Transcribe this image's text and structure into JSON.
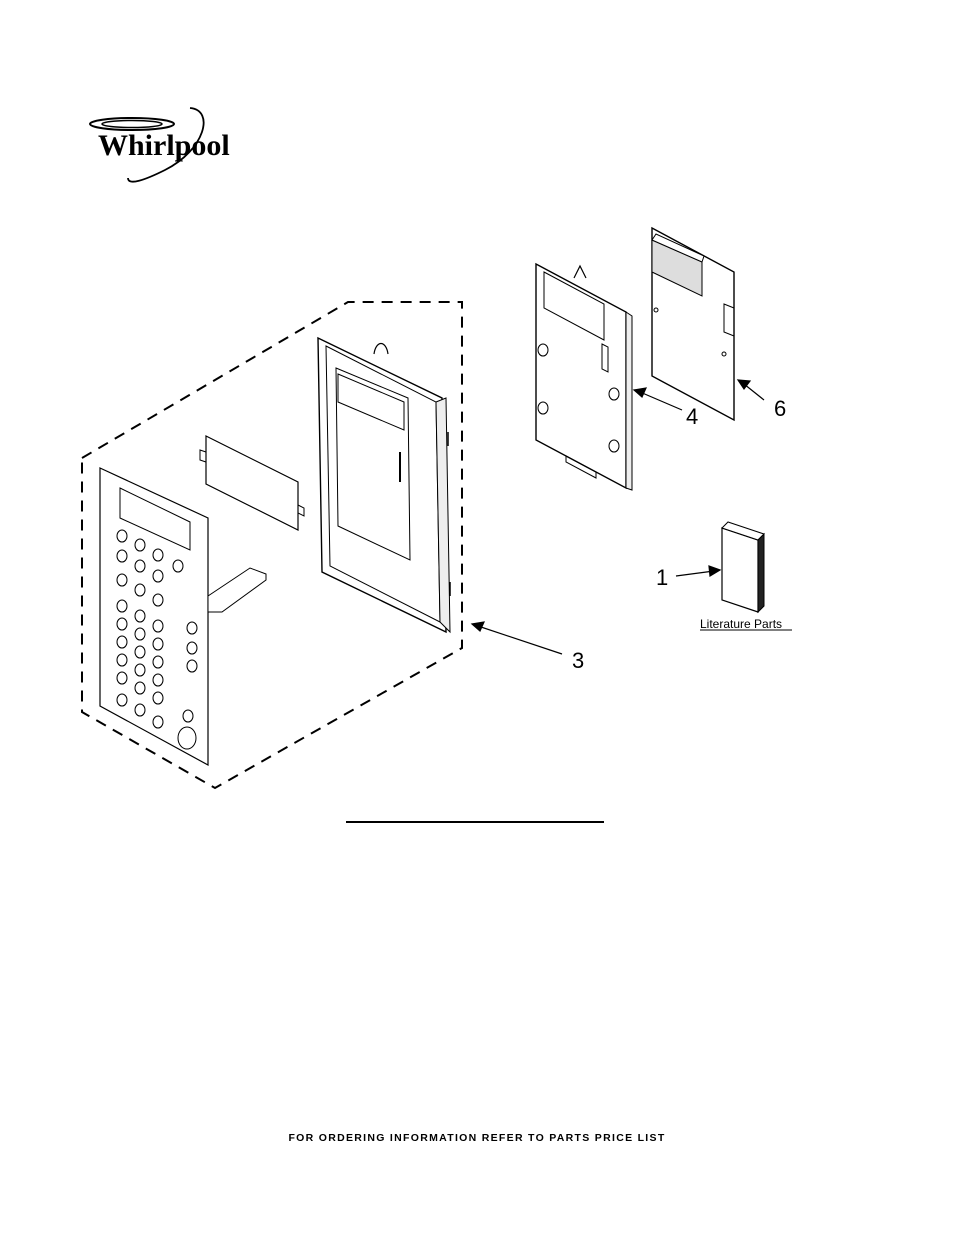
{
  "brand": {
    "name": "Whirlpool"
  },
  "callouts": {
    "part_1": "1",
    "part_3": "3",
    "part_4": "4",
    "part_6": "6"
  },
  "literature_label": "Literature Parts",
  "footer_text": "FOR ORDERING INFORMATION REFER TO PARTS PRICE LIST"
}
